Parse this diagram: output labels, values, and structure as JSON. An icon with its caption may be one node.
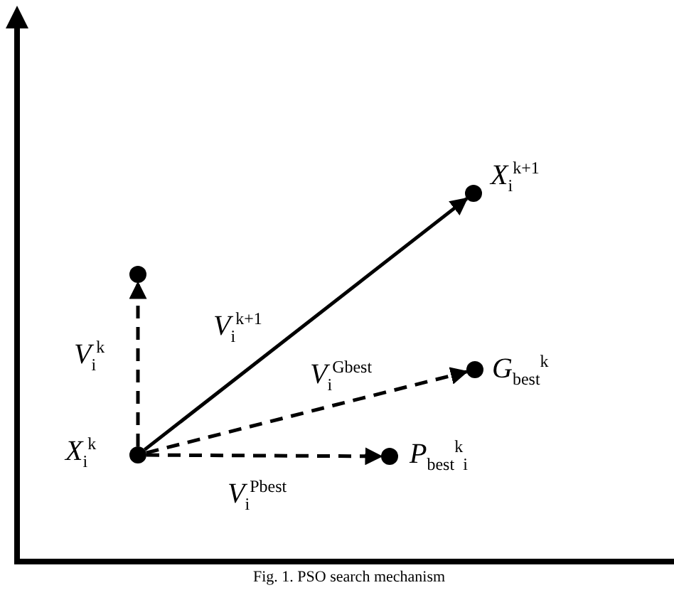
{
  "diagram": {
    "caption": "Fig. 1. PSO search mechanism",
    "nodes": [
      {
        "text": [],
        "shape": "circle",
        "beside": [
          "*X*$_{i}$$^{k+1}$"
        ]
      },
      {
        "text": [],
        "shape": "circle"
      },
      {
        "text": [],
        "shape": "circle",
        "beside": [
          "*G*$_{best}$$^{k}$"
        ]
      },
      {
        "text": [],
        "shape": "circle",
        "beside": [
          "*X*$_{i}$$^{k}$"
        ]
      },
      {
        "text": [],
        "shape": "circle",
        "beside": [
          "*P*$_{best}$$^{k}$$_{i}$"
        ]
      }
    ],
    "edges": [
      {
        "from": 3,
        "to": 0,
        "arrow": "to",
        "label": "*V*$_{i}$$^{k+1}$"
      },
      {
        "from": 3,
        "to": 1,
        "arrow": "to",
        "label": "*V*$_{i}$$^{k}$",
        "style": "dashed"
      },
      {
        "from": 3,
        "to": 2,
        "arrow": "to",
        "label": "*V*$_{i}$$^{Gbest}$",
        "style": "dashed"
      },
      {
        "from": 3,
        "to": 4,
        "arrow": "to",
        "label": "*V*$_{i}$$^{Pbest}$",
        "style": "dashed"
      }
    ]
  }
}
